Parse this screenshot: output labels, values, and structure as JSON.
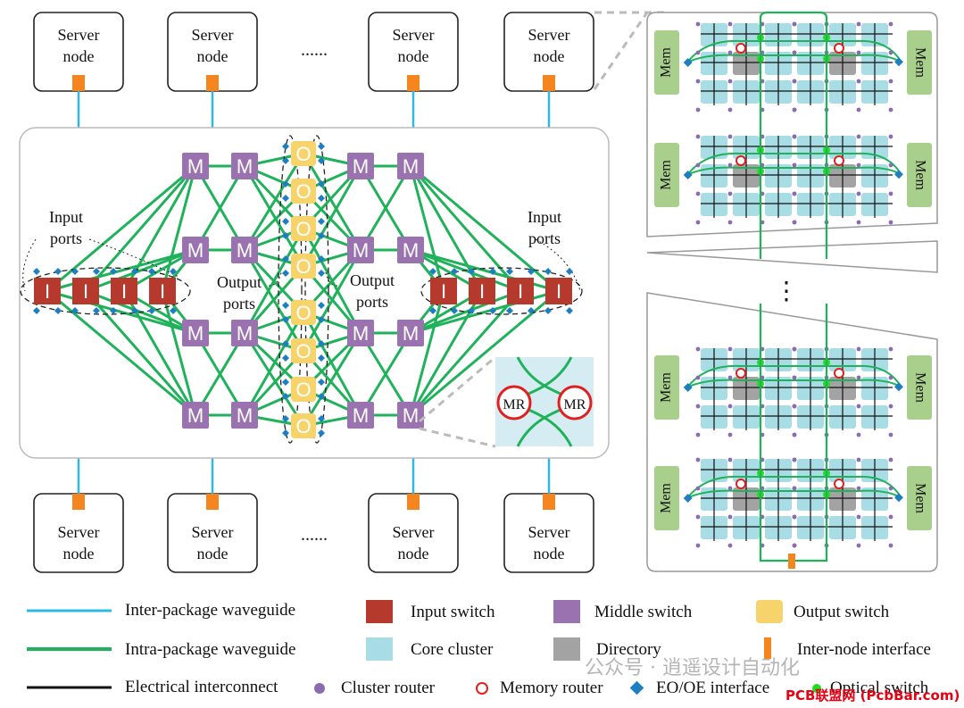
{
  "top_nodes": [
    "Server\nnode",
    "Server\nnode",
    "Server\nnode",
    "Server\nnode"
  ],
  "bottom_nodes": [
    "Server\nnode",
    "Server\nnode",
    "Server\nnode",
    "Server\nnode"
  ],
  "ellipsis": "......",
  "switch_letters": {
    "input": "I",
    "middle": "M",
    "output": "O"
  },
  "port_labels": {
    "input_left": "Input\nports",
    "input_right": "Input\nports",
    "output_left": "Output\nports",
    "output_right": "Output\nports"
  },
  "mr_label": "MR",
  "chip": {
    "mem": "Mem",
    "vertical_ellipsis": "⋮"
  },
  "legend": {
    "inter_package": "Inter-package waveguide",
    "intra_package": "Intra-package waveguide",
    "electrical": "Electrical interconnect",
    "input_switch": "Input switch",
    "middle_switch": "Middle switch",
    "output_switch": "Output switch",
    "core_cluster": "Core cluster",
    "directory": "Directory",
    "inter_node": "Inter-node interface",
    "cluster_router": "Cluster router",
    "memory_router": "Memory router",
    "eo_oe": "EO/OE interface",
    "optical_switch": "Optical switch"
  },
  "watermarks": {
    "wechat": "公众号 · 逍遥设计自动化",
    "pcb": "PCB联盟网 (PcbBar.com)"
  },
  "colors": {
    "cyan": "#2fb8e6",
    "green": "#1fb25a",
    "input": "#b5392c",
    "middle": "#9b72b0",
    "output": "#f6d36b",
    "cluster": "#a9dde6",
    "directory": "#a3a3a3",
    "mem": "#a9cf8c",
    "orange": "#f5861f",
    "router": "#8b6cb0",
    "eo": "#1d7fc2",
    "optical": "#22dd22",
    "mr_red": "#e02020"
  }
}
